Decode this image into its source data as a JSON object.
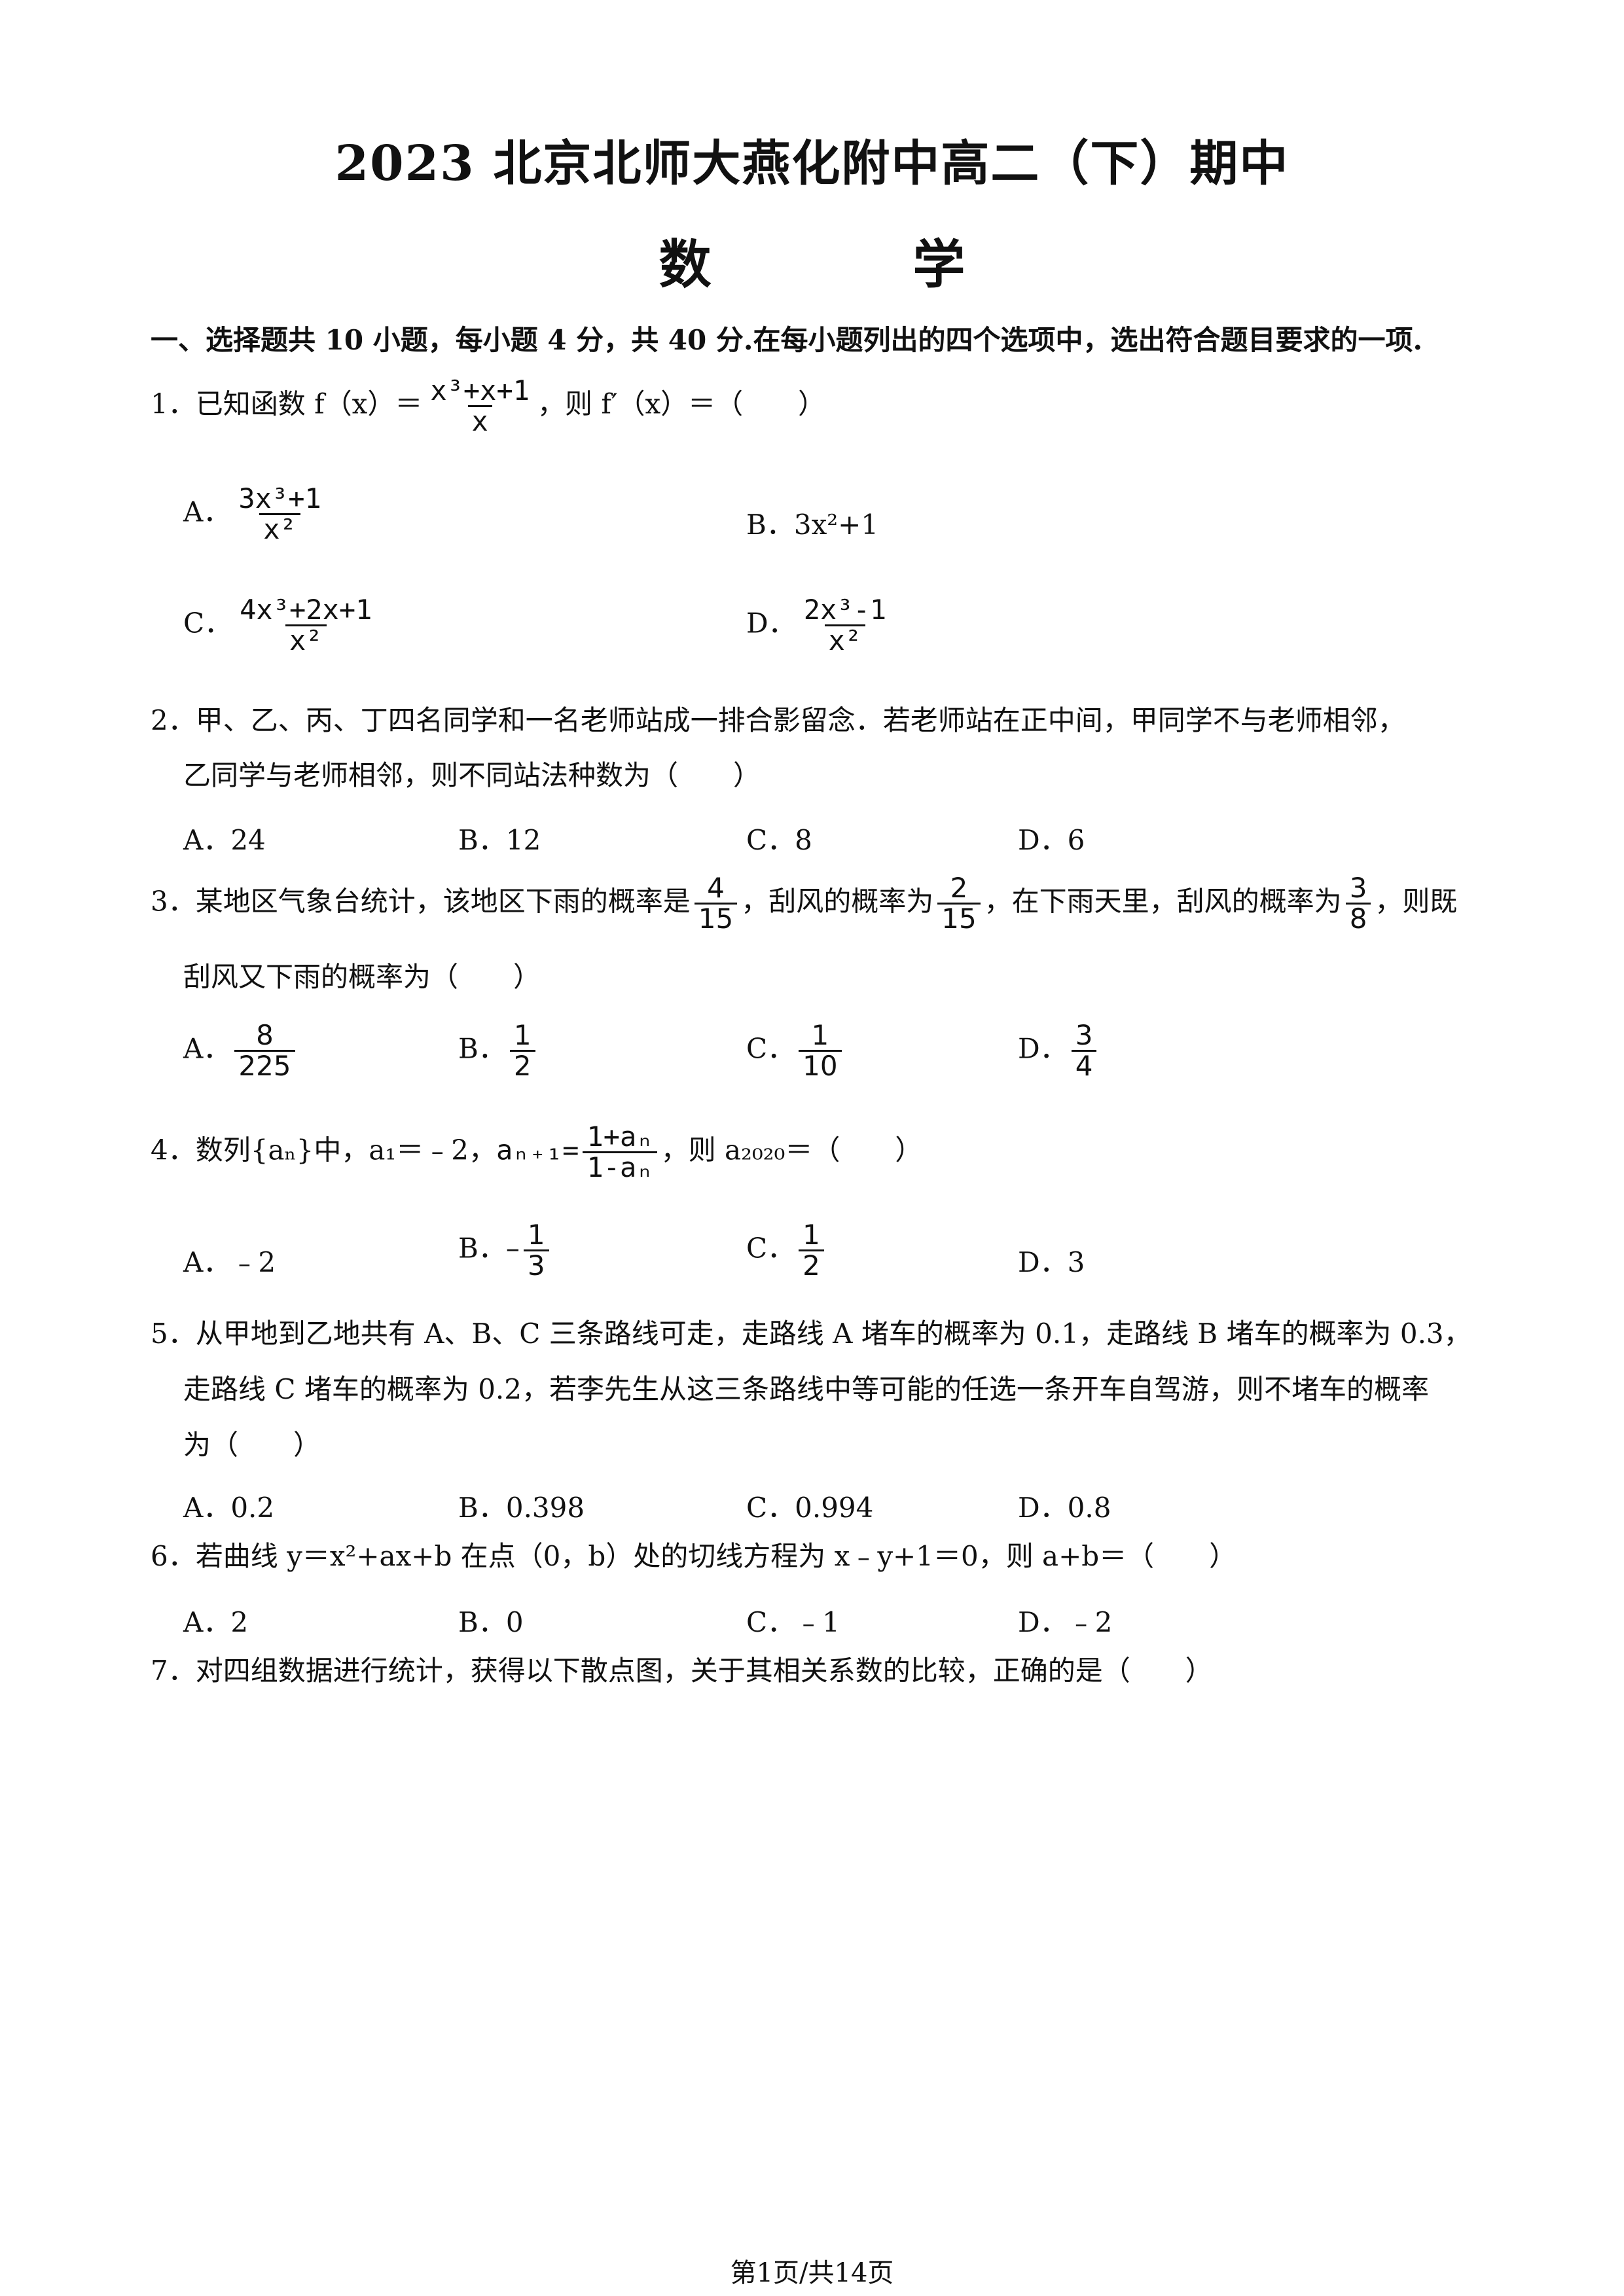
{
  "header": {
    "title": "2023 北京北师大燕化附中高二（下）期中",
    "subject": "数 学"
  },
  "section": {
    "heading": "一、选择题共 10 小题，每小题 4 分，共 40 分.在每小题列出的四个选项中，选出符合题目要求的一项."
  },
  "q1": {
    "num": "1．",
    "stem_a": "已知函数 f（x）＝",
    "frac_num": "x³+x+1",
    "frac_den": "x",
    "stem_b": "，则 f′（x）＝（　　）",
    "A": {
      "label": "A．",
      "num": "3x³+1",
      "den": "x²"
    },
    "B": {
      "label": "B．",
      "text": "3x²+1"
    },
    "C": {
      "label": "C．",
      "num": "4x³+2x+1",
      "den": "x²"
    },
    "D": {
      "label": "D．",
      "num": "2x³-1",
      "den": "x²"
    }
  },
  "q2": {
    "num": "2．",
    "line1": "甲、乙、丙、丁四名同学和一名老师站成一排合影留念．若老师站在正中间，甲同学不与老师相邻，",
    "line2": "乙同学与老师相邻，则不同站法种数为（　　）",
    "A": "A．24",
    "B": "B．12",
    "C": "C．8",
    "D": "D．6"
  },
  "q3": {
    "num": "3．",
    "t1": "某地区气象台统计，该地区下雨的概率是",
    "f1n": "4",
    "f1d": "15",
    "t2": "，刮风的概率为",
    "f2n": "2",
    "f2d": "15",
    "t3": "，在下雨天里，刮风的概率为",
    "f3n": "3",
    "f3d": "8",
    "t4": "，则既",
    "line2": "刮风又下雨的概率为（　　）",
    "A": {
      "label": "A．",
      "num": "8",
      "den": "225"
    },
    "B": {
      "label": "B．",
      "num": "1",
      "den": "2"
    },
    "C": {
      "label": "C．",
      "num": "1",
      "den": "10"
    },
    "D": {
      "label": "D．",
      "num": "3",
      "den": "4"
    }
  },
  "q4": {
    "num": "4．",
    "t1": "数列{aₙ}中，a₁＝﹣2，",
    "lhs": "aₙ₊₁",
    "eq": "=",
    "fn": "1+aₙ",
    "fd": "1-aₙ",
    "t2": "，则 a₂₀₂₀＝（　　）",
    "A": "A．﹣2",
    "B": {
      "label": "B．",
      "sign": "–",
      "num": "1",
      "den": "3"
    },
    "C": {
      "label": "C．",
      "num": "1",
      "den": "2"
    },
    "D": "D．3"
  },
  "q5": {
    "num": "5．",
    "line1": "从甲地到乙地共有 A、B、C 三条路线可走，走路线 A 堵车的概率为 0.1，走路线 B 堵车的概率为 0.3，",
    "line2": "走路线 C 堵车的概率为 0.2，若李先生从这三条路线中等可能的任选一条开车自驾游，则不堵车的概率",
    "line3": "为（　　）",
    "A": "A．0.2",
    "B": "B．0.398",
    "C": "C．0.994",
    "D": "D．0.8"
  },
  "q6": {
    "num": "6．",
    "text": "若曲线 y＝x²+ax+b 在点（0，b）处的切线方程为 x﹣y+1＝0，则 a+b＝（　　）",
    "A": "A．2",
    "B": "B．0",
    "C": "C．﹣1",
    "D": "D．﹣2"
  },
  "q7": {
    "num": "7．",
    "text": "对四组数据进行统计，获得以下散点图，关于其相关系数的比较，正确的是（　　）"
  },
  "footer": {
    "page": "第1页/共14页"
  }
}
